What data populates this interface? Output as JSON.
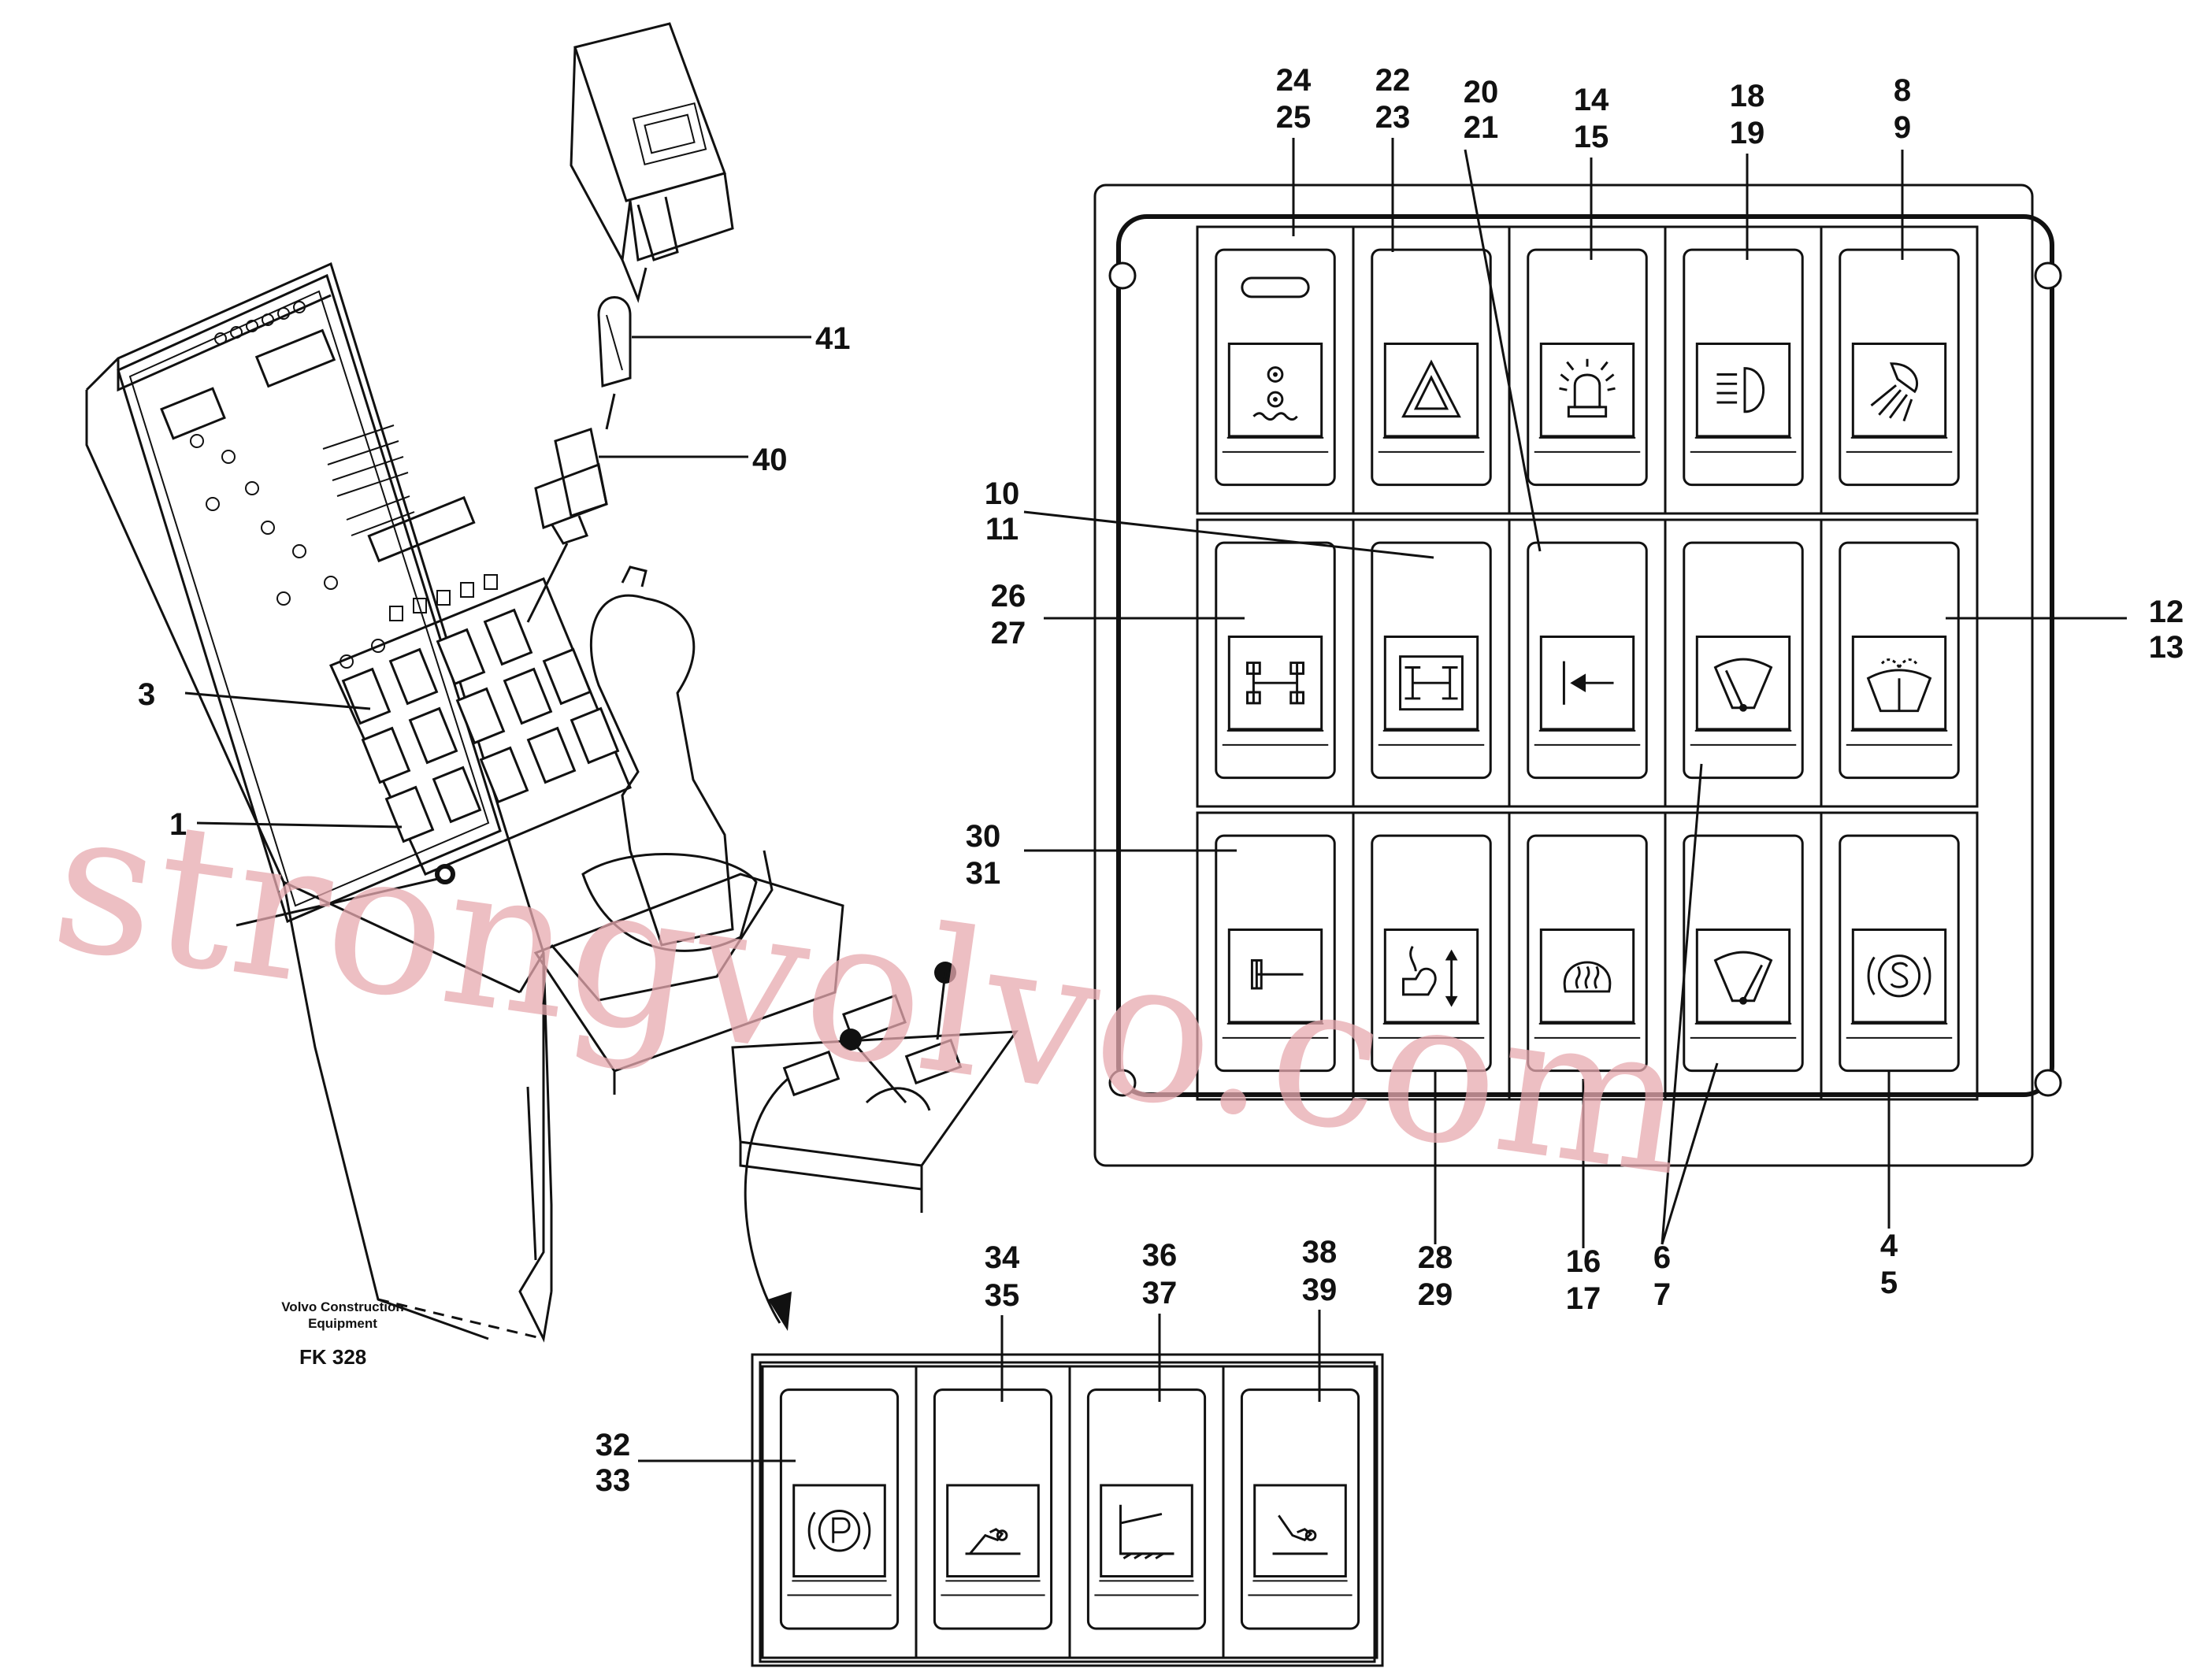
{
  "footer": {
    "maker_line1": "Volvo Construction",
    "maker_line2": "Equipment",
    "figure_code": "FK 328"
  },
  "watermark": "strongvolvo.com",
  "callouts": {
    "c1": "1",
    "c3": "3",
    "c40": "40",
    "c41": "41",
    "c24_25": [
      "24",
      "25"
    ],
    "c22_23": [
      "22",
      "23"
    ],
    "c20_21": [
      "20",
      "21"
    ],
    "c14_15": [
      "14",
      "15"
    ],
    "c18_19": [
      "18",
      "19"
    ],
    "c8_9": [
      "8",
      "9"
    ],
    "c10_11": [
      "10",
      "11"
    ],
    "c26_27": [
      "26",
      "27"
    ],
    "c12_13": [
      "12",
      "13"
    ],
    "c30_31": [
      "30",
      "31"
    ],
    "c28_29": [
      "28",
      "29"
    ],
    "c16_17": [
      "16",
      "17"
    ],
    "c6_7": [
      "6",
      "7"
    ],
    "c4_5": [
      "4",
      "5"
    ],
    "c34_35": [
      "34",
      "35"
    ],
    "c36_37": [
      "36",
      "37"
    ],
    "c38_39": [
      "38",
      "39"
    ],
    "c32_33": [
      "32",
      "33"
    ]
  },
  "icons": {
    "r1": [
      "rotating-beacon-selector-icon",
      "hazard-warning-icon",
      "beacon-light-icon",
      "headlight-icon",
      "work-light-icon"
    ],
    "r2": [
      "axle-lock-icon",
      "differential-lock-icon",
      "arrow-left-to-bar-icon",
      "front-wiper-icon",
      "rear-washer-wiper-icon"
    ],
    "r3": [
      "hammer-icon",
      "seat-adjust-icon",
      "rear-window-defroster-icon",
      "rear-wiper-icon",
      "s-mode-icon"
    ],
    "pedal": [
      "parking-brake-icon",
      "pedal-control-icon",
      "boom-suspension-icon",
      "pedal-control-alt-icon"
    ]
  }
}
